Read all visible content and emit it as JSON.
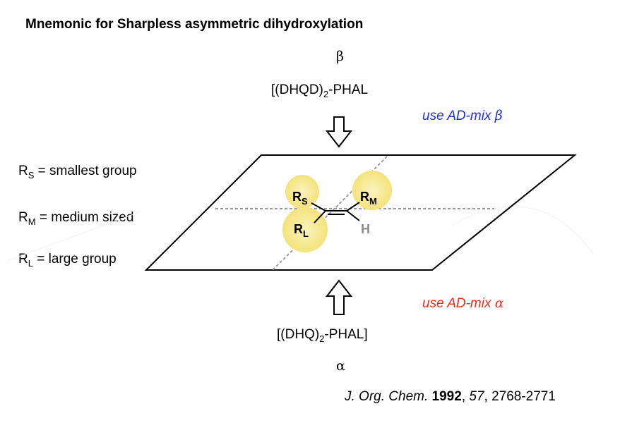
{
  "title": "Mnemonic for Sharpless asymmetric dihydroxylation",
  "top": {
    "greek": "β",
    "ligand_pre": "[(DHQD)",
    "ligand_sub": "2",
    "ligand_post": "-PHAL"
  },
  "bottom": {
    "greek": "α",
    "ligand_pre": "[(DHQ)",
    "ligand_sub": "2",
    "ligand_post": "-PHAL]"
  },
  "mix_beta": {
    "text": "use AD-mix ",
    "symbol": "β",
    "color": "#1f2ef2"
  },
  "mix_alpha": {
    "text": "use AD-mix ",
    "symbol": "α",
    "color": "#ee2c1c"
  },
  "legend": [
    {
      "R": "R",
      "sub": "S",
      "text": " = smallest group"
    },
    {
      "R": "R",
      "sub": "M",
      "text": " = medium sized"
    },
    {
      "R": "R",
      "sub": "L",
      "text": " = large group"
    }
  ],
  "molecule": {
    "rs": {
      "R": "R",
      "sub": "S"
    },
    "rm": {
      "R": "R",
      "sub": "M"
    },
    "rl": {
      "R": "R",
      "sub": "L"
    },
    "h": "H"
  },
  "citation": {
    "journal": "J. Org. Chem.",
    "year": "1992",
    "volume": "57",
    "pages": ", 2768-2771",
    "sep": ", "
  },
  "colors": {
    "highlight": "#f6e88e",
    "hydrogen": "#8c8c8c",
    "guide": "#9a9a9a"
  }
}
